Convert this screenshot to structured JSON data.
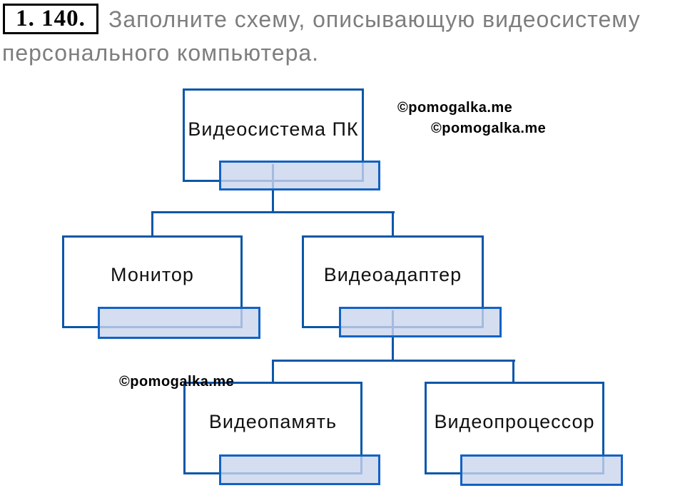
{
  "header": {
    "task_number": "1. 140.",
    "instruction_line1": "Заполните схему, описывающую видеосистему",
    "instruction_line2": "персонального компьютера."
  },
  "watermark": {
    "text1": "©pomogalka.me",
    "text2": "©pomogalka.me",
    "text3": "©pomogalka.me"
  },
  "diagram": {
    "type": "tree",
    "nodes": {
      "root": {
        "label": "Видеосистема ПК",
        "answer_field": ""
      },
      "monitor": {
        "label": "Монитор",
        "answer_field": ""
      },
      "adapter": {
        "label": "Видеоадаптер",
        "answer_field": ""
      },
      "vram": {
        "label": "Видеопамять",
        "answer_field": ""
      },
      "vproc": {
        "label": "Видеопроцессор",
        "answer_field": ""
      }
    },
    "edges": [
      [
        "Видеосистема ПК",
        "Монитор"
      ],
      [
        "Видеосистема ПК",
        "Видеоадаптер"
      ],
      [
        "Видеоадаптер",
        "Видеопамять"
      ],
      [
        "Видеоадаптер",
        "Видеопроцессор"
      ]
    ]
  },
  "colors": {
    "line_blue": "#0b57a8",
    "field_border_blue": "#1262c4",
    "field_fill": "#d7ddf0",
    "instruction_gray": "#7e7e7e",
    "watermark_black": "#000000"
  }
}
